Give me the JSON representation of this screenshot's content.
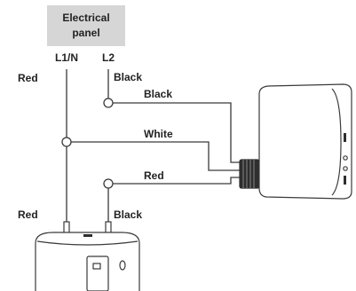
{
  "panel": {
    "title_line1": "Electrical",
    "title_line2": "panel",
    "terminal_l1n": "L1/N",
    "terminal_l2": "L2"
  },
  "wire_labels": {
    "panel_left_red": "Red",
    "panel_l2_black": "Black",
    "black_to_device": "Black",
    "white_to_device": "White",
    "red_to_device": "Red",
    "heater_left_red": "Red",
    "heater_right_black": "Black"
  },
  "colors": {
    "panel_fill": "#d6d6d6",
    "line": "#3a3a3a",
    "text": "#222222"
  }
}
